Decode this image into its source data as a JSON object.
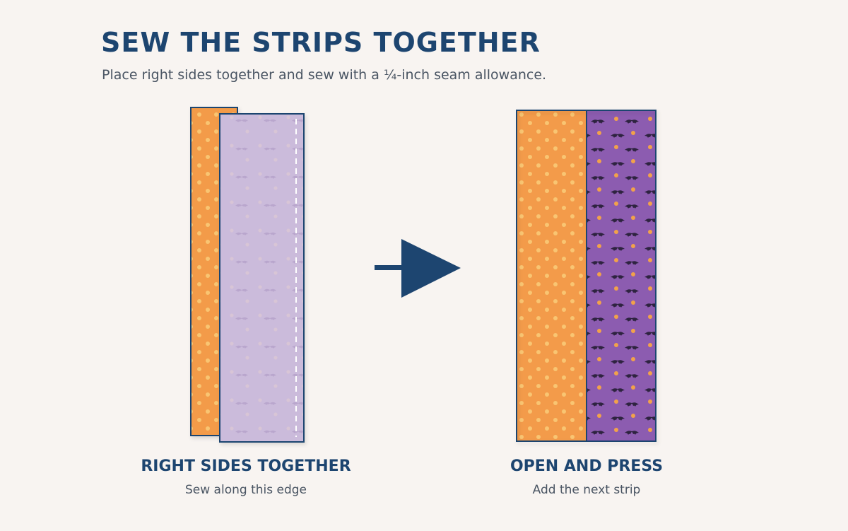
{
  "header": {
    "title": "SEW THE STRIPS TOGETHER",
    "subtitle": "Place right sides together and sew with a ¼-inch seam allowance."
  },
  "steps": [
    {
      "label": "RIGHT SIDES TOGETHER",
      "caption": "Sew along this edge"
    },
    {
      "label": "OPEN AND PRESS",
      "caption": "Add the next strip"
    }
  ],
  "colors": {
    "background": "#f8f4f1",
    "accent": "#1d4570",
    "orange_fabric": "#f39b4a",
    "orange_dot": "#f9c572",
    "purple_fabric": "#8c5cb0",
    "purple_fabric_faded": "#c8b6d8",
    "bat": "#2e2340",
    "purple_dot": "#f2a24a"
  },
  "icons": {
    "arrow": "right-arrow-icon",
    "bat": "bat-icon"
  }
}
